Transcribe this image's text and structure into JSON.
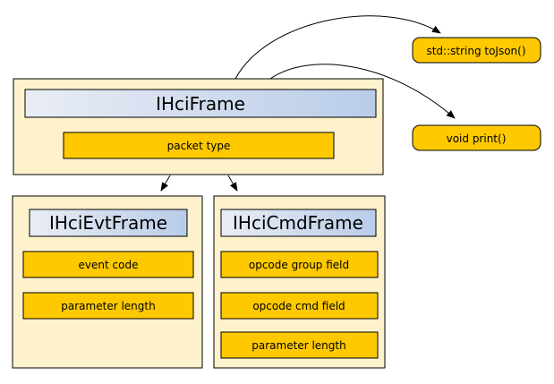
{
  "diagram": {
    "type": "class-diagram",
    "background": "#ffffff",
    "colors": {
      "class_fill": "#fdf2cc",
      "field_fill": "#fec900",
      "header_gradient_left": "#e9edf5",
      "header_gradient_right": "#b9cce8",
      "border": "#000000",
      "edge": "#000000"
    },
    "nodes": {
      "frame": {
        "name": "IHciFrame",
        "fields": [
          "packet type"
        ]
      },
      "evt_frame": {
        "name": "IHciEvtFrame",
        "fields": [
          "event code",
          "parameter length"
        ]
      },
      "cmd_frame": {
        "name": "IHciCmdFrame",
        "fields": [
          "opcode group field",
          "opcode cmd field",
          "parameter length"
        ]
      },
      "methods": [
        {
          "label": "std::string toJson()"
        },
        {
          "label": "void print()"
        }
      ]
    },
    "edges": [
      {
        "from": "IHciFrame",
        "to": "std::string toJson()"
      },
      {
        "from": "IHciFrame",
        "to": "void print()"
      },
      {
        "from": "IHciFrame",
        "to": "IHciEvtFrame"
      },
      {
        "from": "IHciFrame",
        "to": "IHciCmdFrame"
      }
    ]
  }
}
